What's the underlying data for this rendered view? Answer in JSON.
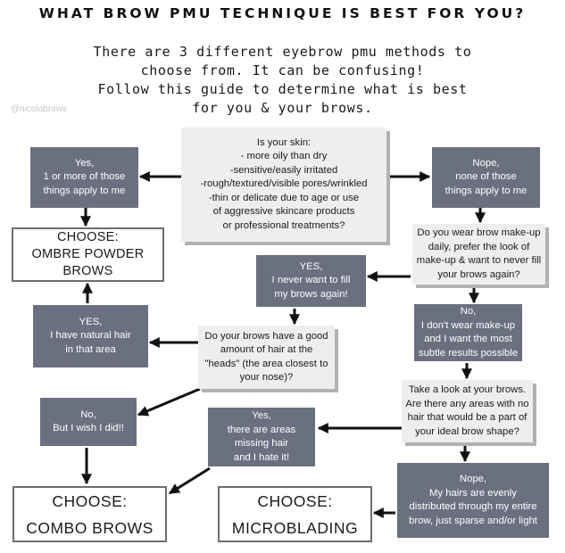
{
  "header": {
    "title": "WHAT BROW PMU TECHNIQUE IS BEST FOR YOU?",
    "intro_lines": [
      "There are 3 different eyebrow pmu methods to",
      "choose from. It can be confusing!",
      "Follow this guide to determine what is best",
      "for you & your brows."
    ],
    "watermark": "@nicolabrows"
  },
  "nodes": {
    "skin_question": [
      "Is your skin:",
      "- more oily than dry",
      "-sensitive/easily irritated",
      "-rough/textured/visible pores/wrinkled",
      "-thin or delicate due to age or use",
      "of aggressive skincare products",
      "or professional treatments?"
    ],
    "yes_skin": [
      "Yes,",
      "1 or more of those",
      "things apply to me"
    ],
    "nope_skin": [
      "Nope,",
      "none of those",
      "things apply to me"
    ],
    "choose_ombre": [
      "CHOOSE:",
      "OMBRE POWDER",
      "BROWS"
    ],
    "makeup_question": [
      "Do you wear brow make-up",
      "daily, prefer the look of",
      "make-up & want to never fill",
      "your brows again?"
    ],
    "yes_never_fill": [
      "YES,",
      "I never want to fill",
      "my brows again!"
    ],
    "no_makeup": [
      "No,",
      "I don't wear make-up",
      "and I want the most",
      "subtle results possible"
    ],
    "yes_natural_hair": [
      "YES,",
      "I have natural hair",
      "in that area"
    ],
    "heads_question": [
      "Do your brows have a good",
      "amount of hair at the",
      "\"heads\" (the area closest to",
      "your nose)?"
    ],
    "areas_question": [
      "Take a look at your brows.",
      "Are there any areas with no",
      "hair that would be a part of",
      "your ideal brow shape?"
    ],
    "no_wish": [
      "No,",
      "But I wish I did!!"
    ],
    "yes_missing_hair": [
      "Yes,",
      "there are areas",
      "missing hair",
      "and I hate it!"
    ],
    "nope_even": [
      "Nope,",
      "My hairs are evenly",
      "distributed through my entire",
      "brow, just sparse and/or light"
    ],
    "choose_combo": [
      "CHOOSE:",
      "COMBO BROWS"
    ],
    "choose_microblading": [
      "CHOOSE:",
      "MICROBLADING"
    ]
  },
  "colors": {
    "dark_box": "#6b7080",
    "light_box": "#eeeeee",
    "shadow": "#b0b2b6",
    "arrow": "#111111"
  }
}
